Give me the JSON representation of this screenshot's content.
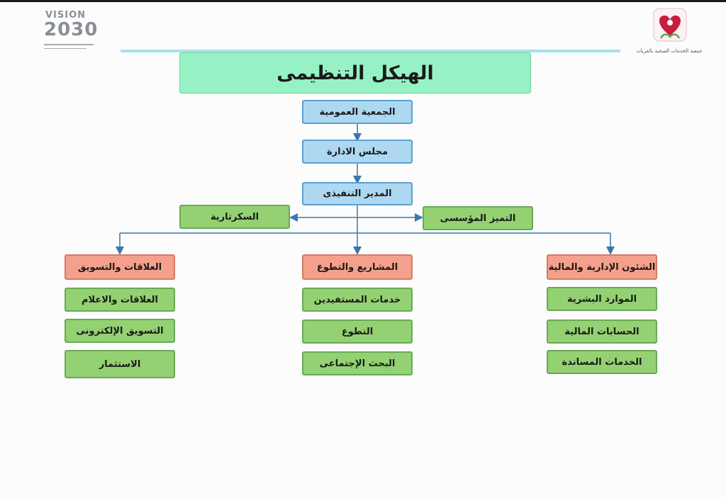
{
  "header": {
    "vision_logo_word": "VISION",
    "vision_logo_year": "2030",
    "org_logo_caption": "جمعية الخدمات الصحية بالقريات",
    "title": "الهيكل التنظيمى"
  },
  "org_chart": {
    "general_assembly": "الجمعية العمومية",
    "board": "مجلس الادارة",
    "executive_director": "المدير التنفيذى",
    "secretariat": "السكرتارية",
    "excellence": "التميز المؤسسى",
    "departments": [
      {
        "name": "الشئون الإدارية والمالية",
        "units": [
          "الموارد البشرية",
          "الحسابات المالية",
          "الخدمات المساندة"
        ]
      },
      {
        "name": "المشاريع والتطوع",
        "units": [
          "خدمات المستفيدين",
          "التطوع",
          "البحث الإجتماعى"
        ]
      },
      {
        "name": "العلاقات والتسويق",
        "units": [
          "العلاقات والاعلام",
          "التسويق الإلكترونى",
          "الاستثمار"
        ]
      }
    ]
  },
  "colors": {
    "title_bg": "#96f2c5",
    "top_level_box": "#aed8f2",
    "department_box": "#f5a08d",
    "unit_box": "#93d172",
    "connector": "#3a78ad"
  }
}
